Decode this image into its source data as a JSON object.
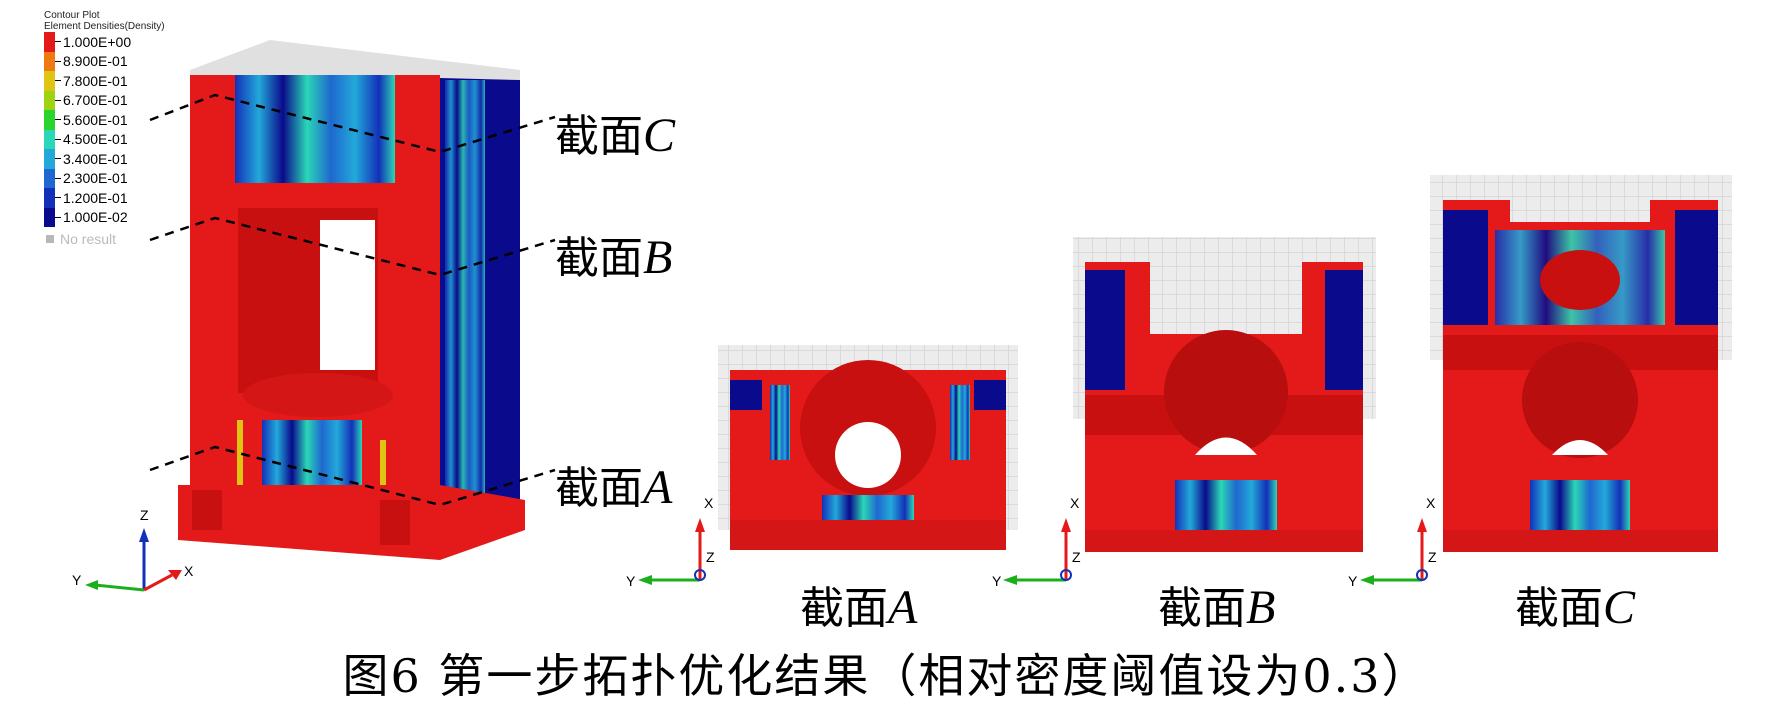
{
  "legend": {
    "title_line1": "Contour Plot",
    "title_line2": "Element Densities(Density)",
    "items": [
      {
        "value": "1.000E+00",
        "color": "#e41a1a"
      },
      {
        "value": "8.900E-01",
        "color": "#f07a12"
      },
      {
        "value": "7.800E-01",
        "color": "#e0c414"
      },
      {
        "value": "6.700E-01",
        "color": "#9ed312"
      },
      {
        "value": "5.600E-01",
        "color": "#2ad42c"
      },
      {
        "value": "4.500E-01",
        "color": "#2bd7b6"
      },
      {
        "value": "3.400E-01",
        "color": "#23a9d9"
      },
      {
        "value": "2.300E-01",
        "color": "#1f68cf"
      },
      {
        "value": "1.200E-01",
        "color": "#1330b8"
      },
      {
        "value": "1.000E-02",
        "color": "#0a0a8c"
      }
    ],
    "no_result": "No result"
  },
  "sections": {
    "prefix": "截面",
    "a": "A",
    "b": "B",
    "c": "C"
  },
  "axes": {
    "x": "X",
    "y": "Y",
    "z": "Z"
  },
  "caption": "图6 第一步拓扑优化结果（相对密度阈值设为0.3）",
  "colors": {
    "solid": "#e41a1a",
    "dark_solid": "#c81010",
    "low_density": "#0a0a8c",
    "mid_density": "#23a9d9",
    "no_result_grid": "#e6e6e6"
  }
}
